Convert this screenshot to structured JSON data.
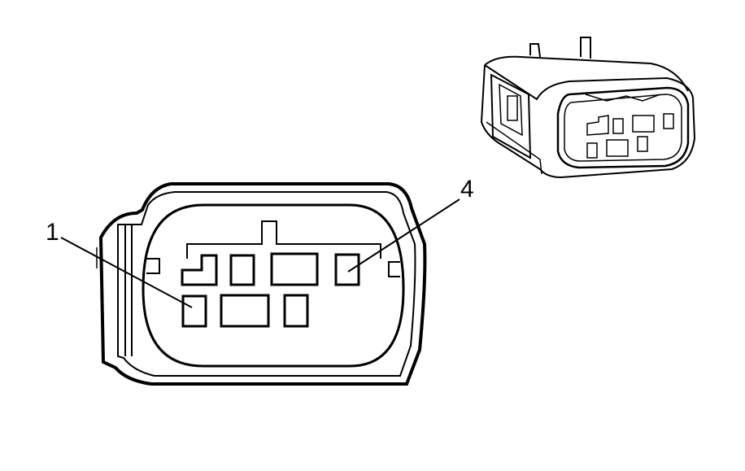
{
  "diagram": {
    "colors": {
      "line": "#000000",
      "background": "#ffffff",
      "face": "#ffffff"
    },
    "callouts": [
      {
        "id": "pin-1",
        "label": "1"
      },
      {
        "id": "pin-4",
        "label": "4"
      }
    ]
  }
}
